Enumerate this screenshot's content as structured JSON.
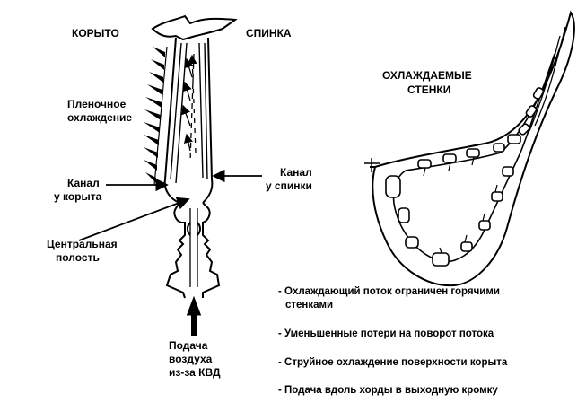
{
  "labels": {
    "pressure_side": "КОРЫТО",
    "suction_side": "СПИНКА",
    "film_cooling_1": "Пленочное",
    "film_cooling_2": "охлаждение",
    "ps_channel_1": "Канал",
    "ps_channel_2": "у корыта",
    "ss_channel_1": "Канал",
    "ss_channel_2": "у спинки",
    "central_cavity_1": "Центральная",
    "central_cavity_2": "полость",
    "air_supply_1": "Подача",
    "air_supply_2": "воздуха",
    "air_supply_3": "из-за КВД",
    "cooled_walls_1": "ОХЛАЖДАЕМЫЕ",
    "cooled_walls_2": "СТЕНКИ"
  },
  "bullets": [
    "- Охлаждающий поток ограничен горячими",
    "стенками",
    "- Уменьшенные потери на поворот потока",
    "- Струйное охлаждение поверхности корыта",
    "- Подача вдоль хорды в выходную кромку"
  ]
}
